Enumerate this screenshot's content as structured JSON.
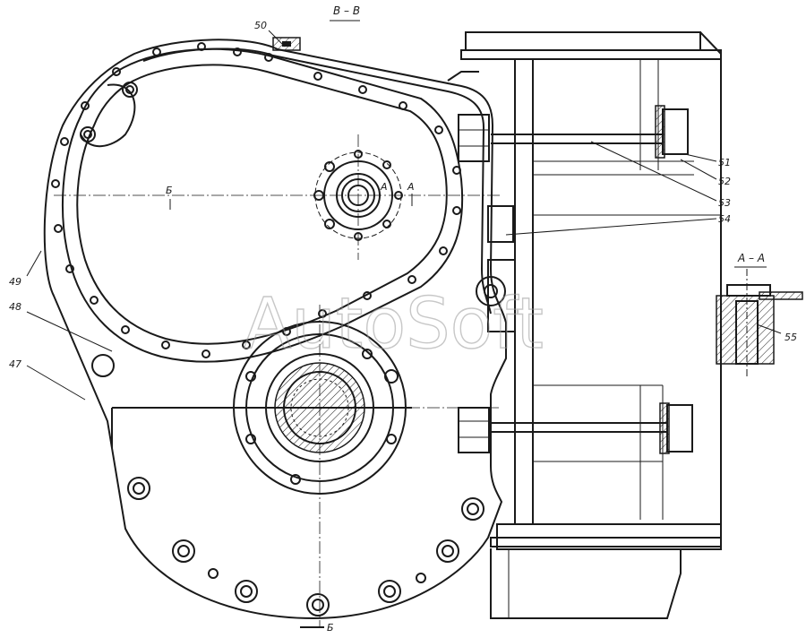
{
  "view": {
    "section_title": "В – В",
    "detail_title": "А – А",
    "section_marks": {
      "b_left": "Б",
      "b_bottom": "Б",
      "a_inner": "А",
      "a_right": "А"
    },
    "watermark": "AutoSoft"
  },
  "callouts": [
    {
      "id": "50",
      "label": "50"
    },
    {
      "id": "51",
      "label": "51"
    },
    {
      "id": "52",
      "label": "52"
    },
    {
      "id": "53",
      "label": "53"
    },
    {
      "id": "54",
      "label": "54"
    },
    {
      "id": "55",
      "label": "55"
    },
    {
      "id": "49",
      "label": "49"
    },
    {
      "id": "48",
      "label": "48"
    },
    {
      "id": "47",
      "label": "47"
    }
  ],
  "colors": {
    "ink": "#1a1a1a",
    "paper": "#ffffff",
    "watermark": "#9a9a9a"
  }
}
